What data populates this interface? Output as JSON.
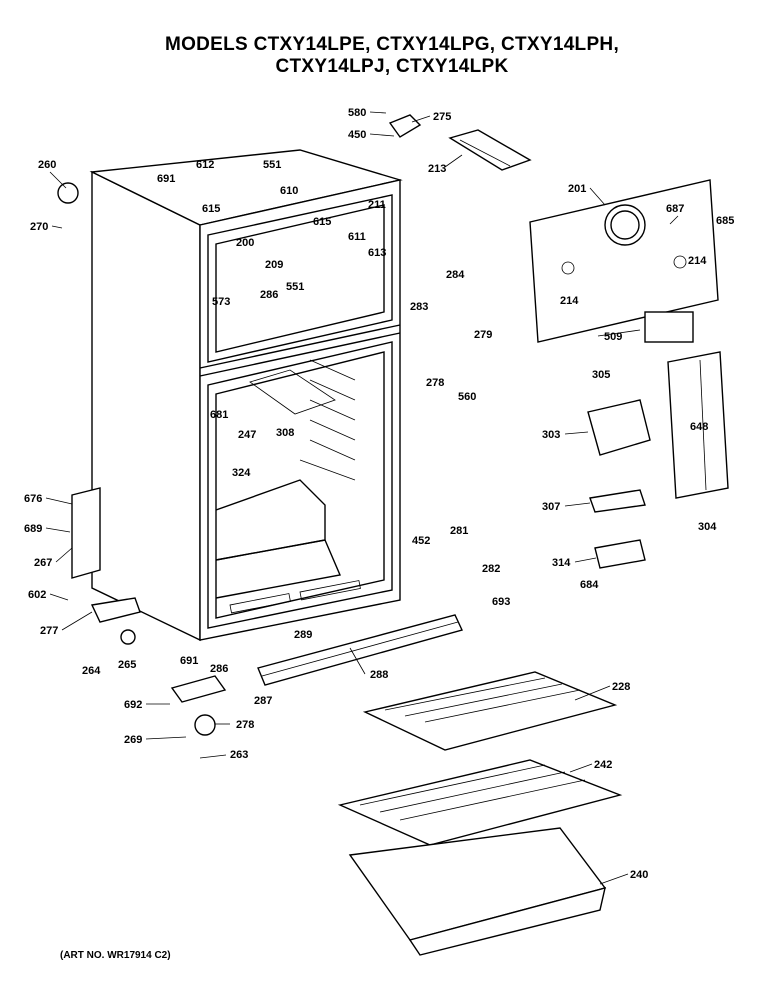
{
  "title": {
    "line1": "MODELS CTXY14LPE, CTXY14LPG, CTXY14LPH,",
    "line2": "CTXY14LPJ, CTXY14LPK"
  },
  "art_no": "(ART NO. WR17914 C2)",
  "callouts": [
    "580",
    "275",
    "450",
    "213",
    "260",
    "270",
    "612",
    "551",
    "691",
    "610",
    "615",
    "615",
    "611",
    "211",
    "200",
    "209",
    "613",
    "573",
    "286",
    "551",
    "201",
    "687",
    "685",
    "214",
    "214",
    "509",
    "284",
    "283",
    "279",
    "278",
    "560",
    "305",
    "303",
    "648",
    "681",
    "247",
    "308",
    "324",
    "676",
    "689",
    "267",
    "602",
    "277",
    "264",
    "265",
    "691",
    "289",
    "288",
    "286",
    "287",
    "692",
    "278",
    "269",
    "263",
    "452",
    "281",
    "282",
    "693",
    "307",
    "314",
    "684",
    "304",
    "228",
    "242",
    "240"
  ]
}
